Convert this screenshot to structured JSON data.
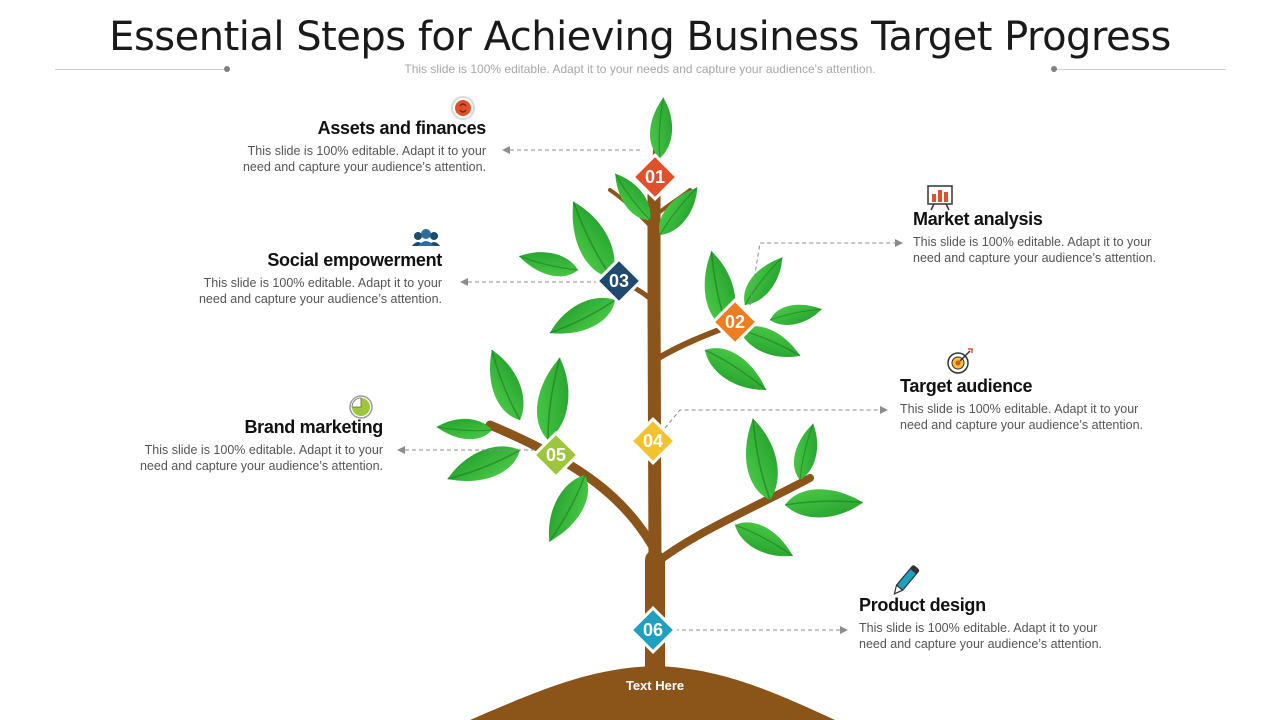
{
  "header": {
    "title": "Essential Steps for Achieving Business Target Progress",
    "subtitle": "This slide is 100% editable. Adapt it to your needs and capture your audience's attention."
  },
  "steps": [
    {
      "number": "01",
      "title": "Assets and finances",
      "text_line1": "This slide is 100% editable. Adapt it to your",
      "text_line2": "need and capture your audience’s attention.",
      "icon": "money-bag-icon",
      "color": "#e0502a"
    },
    {
      "number": "02",
      "title": "Market analysis",
      "text_line1": "This slide is 100% editable. Adapt it to your",
      "text_line2": "need and capture your audience’s attention.",
      "icon": "chart-board-icon",
      "color": "#ee7d22"
    },
    {
      "number": "03",
      "title": "Social empowerment",
      "text_line1": "This slide is 100% editable. Adapt it to your",
      "text_line2": "need and capture your audience’s attention.",
      "icon": "people-group-icon",
      "color": "#1e4a6e"
    },
    {
      "number": "04",
      "title": "Target audience",
      "text_line1": "This slide is 100% editable. Adapt it to your",
      "text_line2": "need and capture your audience’s attention.",
      "icon": "target-icon",
      "color": "#f2c230"
    },
    {
      "number": "05",
      "title": "Brand marketing",
      "text_line1": "This slide is 100% editable. Adapt it to your",
      "text_line2": "need and capture your audience’s attention.",
      "icon": "pie-clock-icon",
      "color": "#9cc63c"
    },
    {
      "number": "06",
      "title": "Product design",
      "text_line1": "This slide is 100% editable. Adapt it to your",
      "text_line2": "need and capture your audience’s attention.",
      "icon": "pen-tool-icon",
      "color": "#1fa0c0"
    }
  ],
  "ground": {
    "label": "Text Here"
  },
  "colors": {
    "leaf": "#35b536",
    "leaf_dark": "#1e8a25",
    "trunk": "#8a541a",
    "ground": "#8b5519"
  }
}
